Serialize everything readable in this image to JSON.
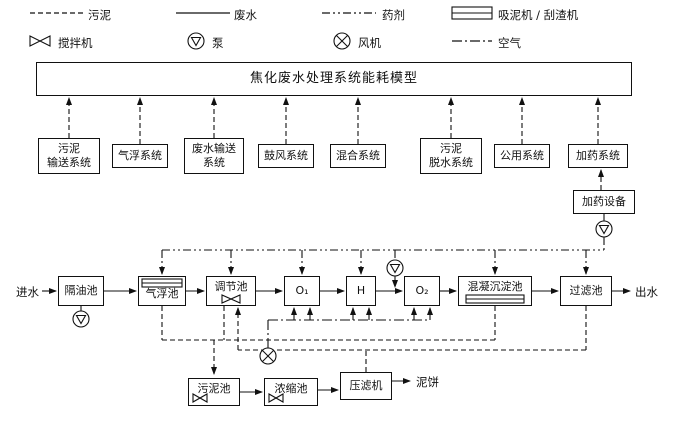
{
  "title": "焦化废水处理系统能耗模型",
  "legend": {
    "sludge": "污泥",
    "wastewater": "废水",
    "chemical": "药剂",
    "scraper": "吸泥机 / 刮渣机",
    "mixer": "搅拌机",
    "pump": "泵",
    "fan": "风机",
    "air": "空气"
  },
  "subsystems": [
    {
      "lines": [
        "污泥",
        "输送系统"
      ]
    },
    {
      "lines": [
        "气浮系统"
      ]
    },
    {
      "lines": [
        "废水输送",
        "系统"
      ]
    },
    {
      "lines": [
        "鼓风系统"
      ]
    },
    {
      "lines": [
        "混合系统"
      ]
    },
    {
      "lines": [
        "污泥",
        "脱水系统"
      ]
    },
    {
      "lines": [
        "公用系统"
      ]
    },
    {
      "lines": [
        "加药系统"
      ]
    }
  ],
  "dosing_equipment": "加药设备",
  "flow": {
    "influent": "进水",
    "effluent": "出水",
    "units": [
      "隔油池",
      "气浮池",
      "调节池",
      "O₁",
      "H",
      "O₂",
      "混凝沉淀池",
      "过滤池"
    ]
  },
  "sludge_train": {
    "units": [
      "污泥池",
      "浓缩池",
      "压滤机"
    ],
    "cake": "泥饼"
  }
}
